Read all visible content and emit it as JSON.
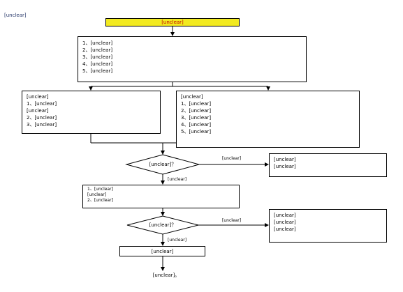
{
  "page_title": "[unclear]",
  "banner": "[unclear]",
  "steps_box": [
    "1、[unclear]",
    "2、[unclear]",
    "3、[unclear]",
    "4、[unclear]",
    "5、[unclear]"
  ],
  "left_box": [
    "[unclear]",
    "1、[unclear]",
    "[unclear]",
    "2、[unclear]",
    "3、[unclear]"
  ],
  "right_box": [
    "[unclear]",
    "1、[unclear]",
    "2、[unclear]",
    "3、[unclear]",
    "4、[unclear]",
    "5、[unclear]"
  ],
  "decision1": "[unclear]？",
  "decision1_yes": "[unclear]",
  "decision1_no": "[unclear]",
  "result1": [
    "[unclear]",
    "[unclear]"
  ],
  "actions_box": [
    "1、[unclear]",
    "[unclear]",
    "2、[unclear]"
  ],
  "decision2": "[unclear]？",
  "decision2_yes": "[unclear]",
  "decision2_no": "[unclear]",
  "result2": [
    "[unclear]",
    "[unclear]",
    "[unclear]"
  ],
  "final_box": "[unclear]",
  "footer": "[unclear]。"
}
